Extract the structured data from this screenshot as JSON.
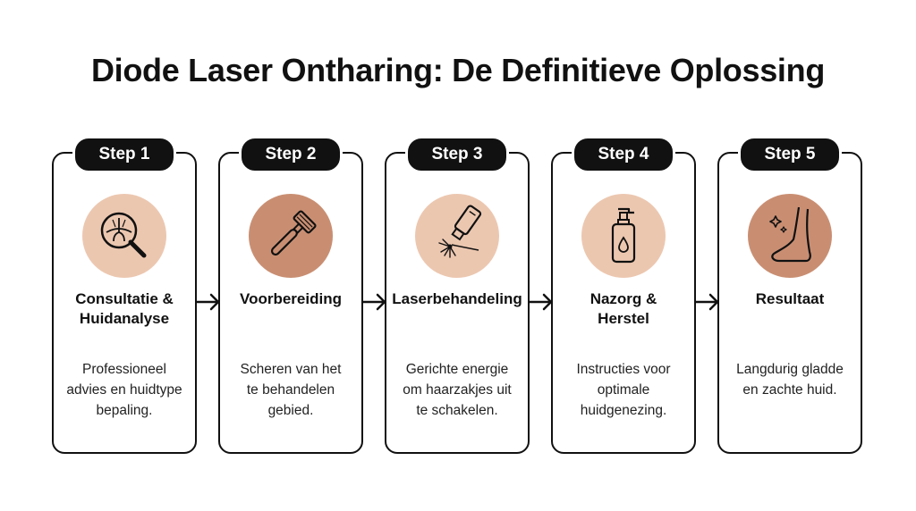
{
  "title": "Diode Laser Ontharing: De Definitieve Oplossing",
  "colors": {
    "ink": "#111111",
    "circle_light": "#ecc7b0",
    "circle_medium": "#c98e72"
  },
  "steps": [
    {
      "badge": "Step 1",
      "icon": "magnifier-hair-follicle-icon",
      "title_lines": [
        "Consultatie &",
        "Huidanalyse"
      ],
      "desc_lines": [
        "Professioneel",
        "advies en huidtype",
        "bepaling."
      ]
    },
    {
      "badge": "Step 2",
      "icon": "razor-icon",
      "title_lines": [
        "Voorbereiding"
      ],
      "desc_lines": [
        "Scheren van het",
        "te behandelen",
        "gebied."
      ]
    },
    {
      "badge": "Step 3",
      "icon": "laser-handpiece-icon",
      "title_lines": [
        "Laserbehandeling"
      ],
      "desc_lines": [
        "Gerichte energie",
        "om haarzakjes uit",
        "te schakelen."
      ]
    },
    {
      "badge": "Step 4",
      "icon": "pump-bottle-icon",
      "title_lines": [
        "Nazorg &",
        "Herstel"
      ],
      "desc_lines": [
        "Instructies voor",
        "optimale",
        "huidgenezing."
      ]
    },
    {
      "badge": "Step 5",
      "icon": "smooth-leg-sparkle-icon",
      "title_lines": [
        "Resultaat"
      ],
      "desc_lines": [
        "Langdurig gladde",
        "en zachte huid."
      ]
    }
  ]
}
